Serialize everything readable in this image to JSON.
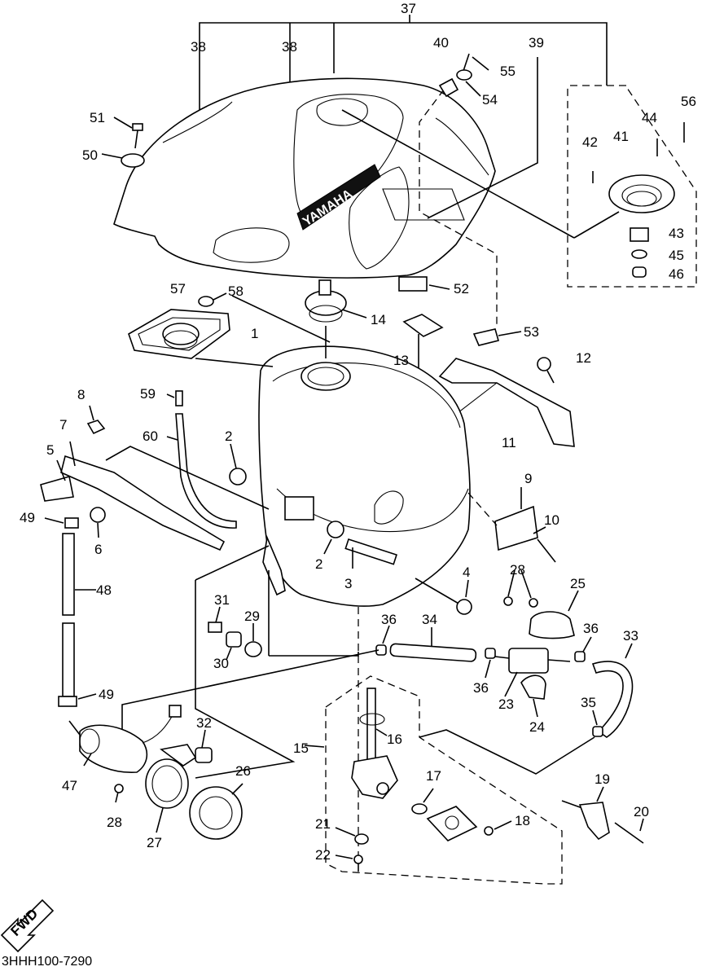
{
  "catalog_code": "3HHH100-7290",
  "direction_label": "FWD",
  "brand_text": "YAMAHA",
  "callouts": [
    "37",
    "38",
    "38",
    "40",
    "39",
    "55",
    "54",
    "51",
    "50",
    "56",
    "42",
    "41",
    "44",
    "43",
    "45",
    "46",
    "57",
    "58",
    "52",
    "14",
    "53",
    "1",
    "12",
    "13",
    "11",
    "59",
    "8",
    "7",
    "60",
    "2",
    "5",
    "9",
    "10",
    "49",
    "6",
    "2",
    "3",
    "4",
    "48",
    "31",
    "29",
    "28",
    "25",
    "30",
    "36",
    "34",
    "36",
    "33",
    "36",
    "23",
    "24",
    "35",
    "49",
    "32",
    "15",
    "16",
    "26",
    "17",
    "47",
    "19",
    "20",
    "28",
    "27",
    "21",
    "18",
    "22"
  ]
}
